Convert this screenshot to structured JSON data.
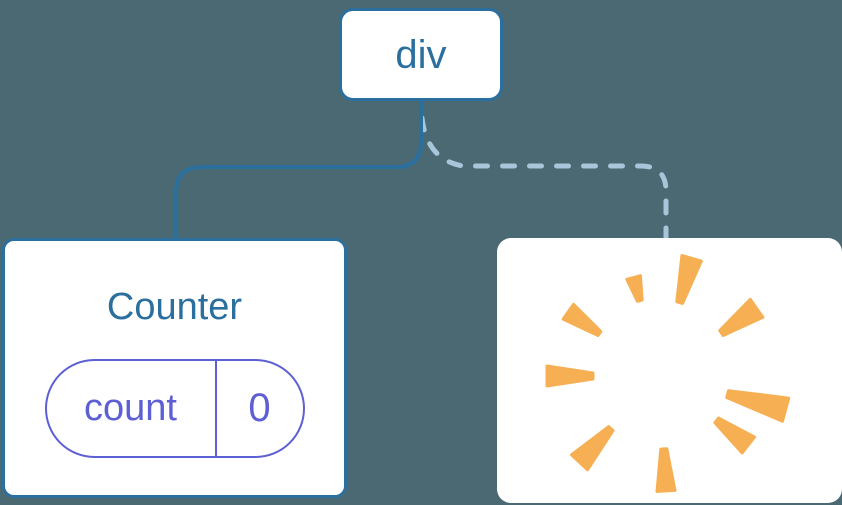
{
  "colors": {
    "bg": "#4b6973",
    "node_blue": "#2b6f9e",
    "dashed_blue": "#a8c5da",
    "pill_purple": "#5d5fd4",
    "poof_orange": "#f6b053",
    "node_bg": "#ffffff"
  },
  "tree": {
    "root": {
      "label": "div"
    },
    "counter_node": {
      "title": "Counter",
      "state": {
        "key": "count",
        "value": "0"
      }
    },
    "removed_node": {
      "icon": "poof-starburst-icon"
    }
  }
}
